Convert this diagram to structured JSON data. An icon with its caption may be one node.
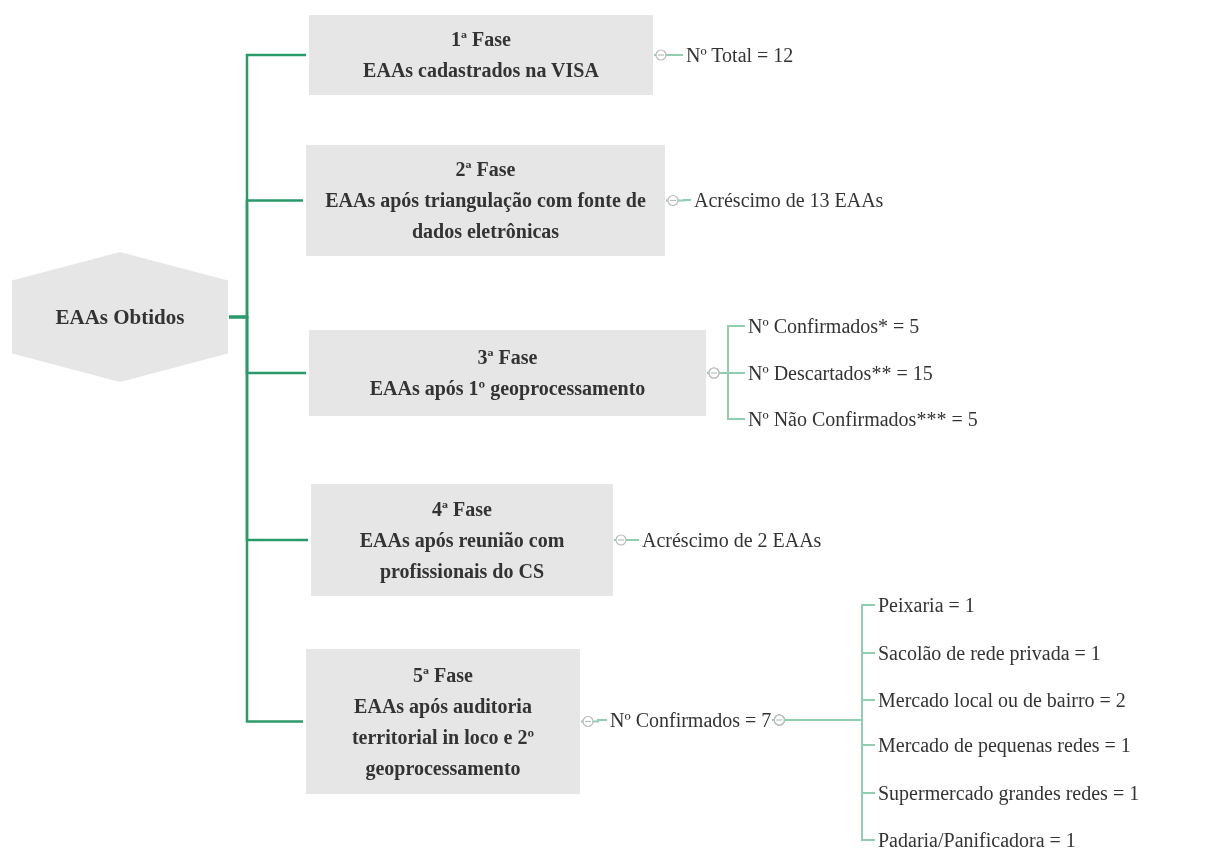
{
  "diagram": {
    "nodes": [
      {
        "text": [
          "EAAs Obtidos"
        ]
      },
      {
        "text": [
          "1ª Fase",
          "EAAs cadastrados na VISA"
        ]
      },
      {
        "text": [
          "Nº Total = 12"
        ]
      },
      {
        "text": [
          "2ª Fase",
          "EAAs após triangulação com fonte de dados eletrônicas"
        ]
      },
      {
        "text": [
          "Acréscimo de 13 EAAs"
        ]
      },
      {
        "text": [
          "3ª Fase",
          "EAAs após 1º geoprocessamento"
        ]
      },
      {
        "text": [
          "Nº Confirmados* = 5"
        ]
      },
      {
        "text": [
          "Nº Descartados** = 15"
        ]
      },
      {
        "text": [
          "Nº Não Confirmados*** = 5"
        ]
      },
      {
        "text": [
          "4ª Fase",
          "EAAs após reunião com profissionais do CS"
        ]
      },
      {
        "text": [
          "Acréscimo de 2 EAAs"
        ]
      },
      {
        "text": [
          "5ª Fase",
          "EAAs após auditoria territorial in loco e 2º geoprocessamento"
        ]
      },
      {
        "text": [
          "Nº Confirmados = 7"
        ]
      },
      {
        "text": [
          "Peixaria = 1"
        ]
      },
      {
        "text": [
          "Sacolão de rede privada = 1"
        ]
      },
      {
        "text": [
          "Mercado local ou de bairro = 2"
        ]
      },
      {
        "text": [
          "Mercado de pequenas redes = 1"
        ]
      },
      {
        "text": [
          "Supermercado grandes redes = 1"
        ]
      },
      {
        "text": [
          "Padaria/Panificadora = 1"
        ]
      }
    ],
    "edges": [
      {
        "from": 0,
        "to": 1,
        "arrow": "none",
        "color": "#2a9a6a"
      },
      {
        "from": 0,
        "to": 3,
        "arrow": "none",
        "color": "#2a9a6a"
      },
      {
        "from": 0,
        "to": 5,
        "arrow": "none",
        "color": "#2a9a6a"
      },
      {
        "from": 0,
        "to": 9,
        "arrow": "none",
        "color": "#2a9a6a"
      },
      {
        "from": 0,
        "to": 11,
        "arrow": "none",
        "color": "#2a9a6a"
      },
      {
        "from": 1,
        "to": 2,
        "arrow": "other"
      },
      {
        "from": 3,
        "to": 4,
        "arrow": "other"
      },
      {
        "from": 5,
        "to": 6,
        "arrow": "other"
      },
      {
        "from": 5,
        "to": 7,
        "arrow": "other"
      },
      {
        "from": 5,
        "to": 8,
        "arrow": "other"
      },
      {
        "from": 9,
        "to": 10,
        "arrow": "other"
      },
      {
        "from": 11,
        "to": 12,
        "arrow": "other"
      },
      {
        "from": 12,
        "to": 13,
        "arrow": "other"
      },
      {
        "from": 12,
        "to": 14,
        "arrow": "other"
      },
      {
        "from": 12,
        "to": 15,
        "arrow": "other"
      },
      {
        "from": 12,
        "to": 16,
        "arrow": "other"
      },
      {
        "from": 12,
        "to": 17,
        "arrow": "other"
      },
      {
        "from": 12,
        "to": 18,
        "arrow": "other"
      }
    ]
  }
}
